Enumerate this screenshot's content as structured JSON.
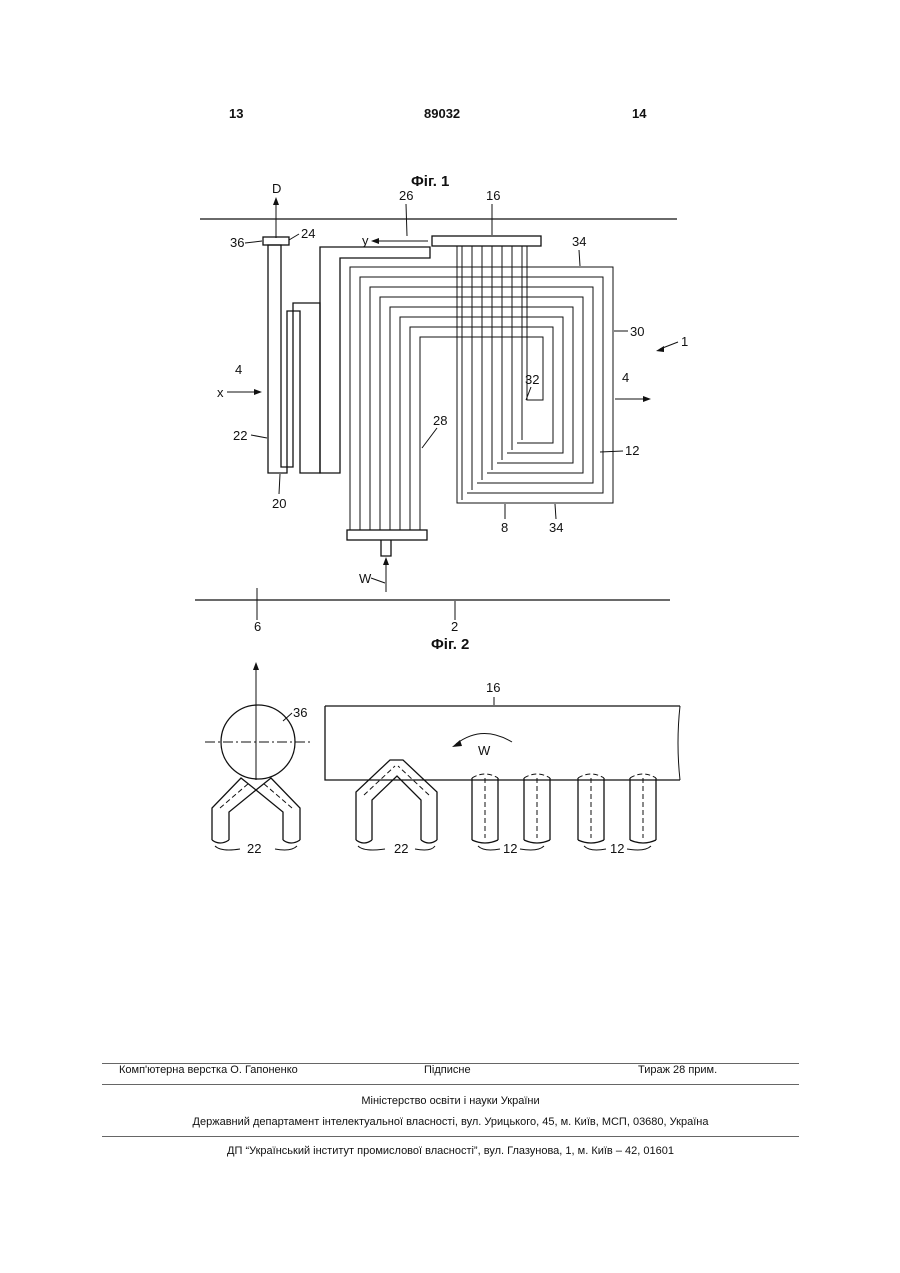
{
  "header": {
    "page_left": "13",
    "patent_number": "89032",
    "page_right": "14"
  },
  "fig1": {
    "title": "Фіг. 1",
    "labels": {
      "D": "D",
      "y": "y",
      "x": "x",
      "W": "W",
      "n1": "1",
      "n2": "2",
      "n4a": "4",
      "n4b": "4",
      "n6": "6",
      "n8": "8",
      "n12": "12",
      "n16": "16",
      "n20": "20",
      "n22": "22",
      "n24": "24",
      "n26": "26",
      "n28": "28",
      "n30": "30",
      "n32": "32",
      "n34a": "34",
      "n34b": "34",
      "n36": "36"
    }
  },
  "fig2": {
    "title": "Фіг. 2",
    "labels": {
      "n16": "16",
      "n36": "36",
      "W": "W",
      "n22a": "22",
      "n22b": "22",
      "n12a": "12",
      "n12b": "12"
    }
  },
  "footer": {
    "typesetting": "Комп'ютерна верстка О. Гапоненко",
    "signed": "Підписне",
    "circulation": "Тираж 28 прим.",
    "ministry": "Міністерство освіти і науки України",
    "department": "Державний департамент інтелектуальної власності, вул. Урицького, 45, м. Київ, МСП, 03680, Україна",
    "institute": "ДП “Український інститут промислової власності”, вул. Глазунова, 1, м. Київ – 42, 01601"
  }
}
